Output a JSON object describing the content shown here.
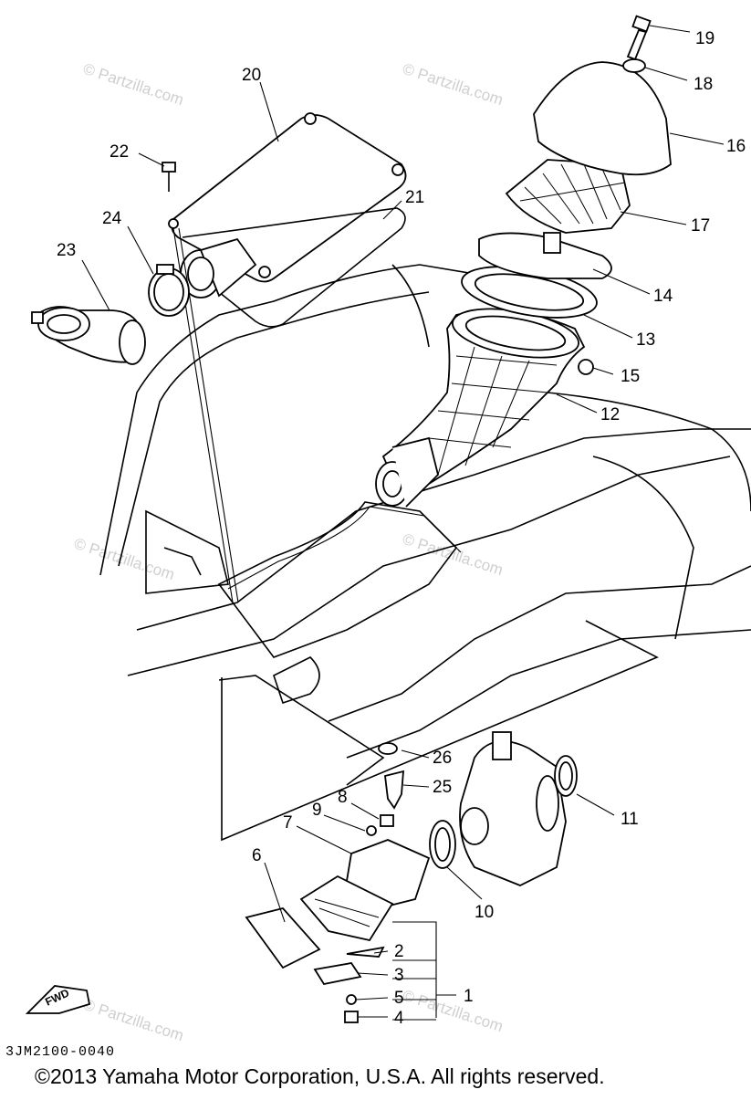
{
  "callouts": [
    "1",
    "2",
    "3",
    "4",
    "5",
    "6",
    "7",
    "8",
    "9",
    "10",
    "11",
    "12",
    "13",
    "14",
    "15",
    "16",
    "17",
    "18",
    "19",
    "20",
    "21",
    "22",
    "23",
    "24",
    "25",
    "26"
  ],
  "watermark": "© Partzilla.com",
  "fwd_label": "FWD",
  "diagram_code": "3JM2100-0040",
  "copyright": "©2013 Yamaha Motor Corporation, U.S.A. All rights reserved."
}
